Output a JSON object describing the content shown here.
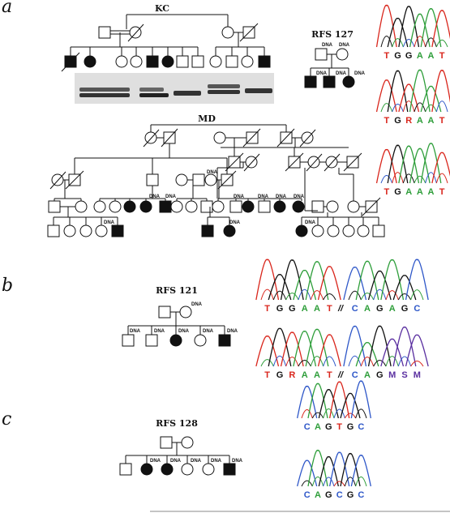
{
  "panels": {
    "a": "a",
    "b": "b",
    "c": "c"
  },
  "pedigrees": {
    "kc": "KC",
    "rfs127": "RFS 127",
    "md": "MD",
    "rfs121": "RFS 121",
    "rfs128": "RFS 128"
  },
  "dna_label": "DNA",
  "sequences": {
    "a1": [
      "T",
      "G",
      "G",
      "A",
      "A",
      "T"
    ],
    "a2": [
      "T",
      "G",
      "R",
      "A",
      "A",
      "T"
    ],
    "a3": [
      "T",
      "G",
      "A",
      "A",
      "A",
      "T"
    ],
    "b1_left": [
      "T",
      "G",
      "G",
      "A",
      "A",
      "T"
    ],
    "b1_right": [
      "C",
      "A",
      "G",
      "A",
      "G",
      "C"
    ],
    "b2_left": [
      "T",
      "G",
      "R",
      "A",
      "A",
      "T"
    ],
    "b2_right": [
      "C",
      "A",
      "G",
      "M",
      "S",
      "M"
    ],
    "c1": [
      "C",
      "A",
      "G",
      "T",
      "G",
      "C"
    ],
    "c2": [
      "C",
      "A",
      "G",
      "C",
      "G",
      "C"
    ]
  },
  "separator": "//",
  "colors": {
    "T": "#d9261c",
    "G": "#111111",
    "A": "#2e9e3a",
    "C": "#2e57c8",
    "R": "#d9261c",
    "M": "#5a2fa0",
    "S": "#5a2fa0"
  }
}
